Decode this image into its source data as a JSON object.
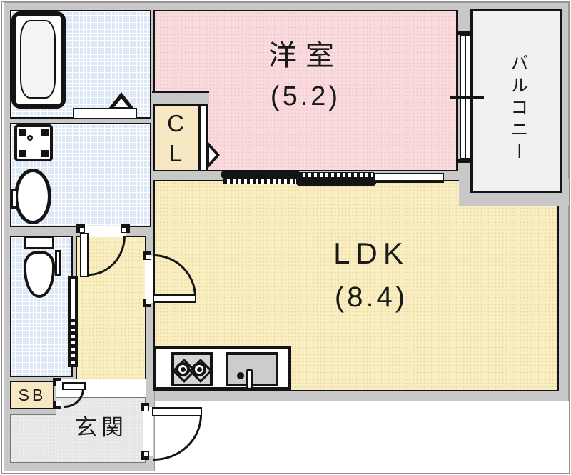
{
  "plan_title": "1LDK apartment floor plan",
  "rooms": {
    "western_room": {
      "label": "洋室",
      "area": "(5.2)"
    },
    "ldk": {
      "label": "LDK",
      "area": "(8.4)"
    },
    "balcony": {
      "label": "バルコニー"
    },
    "closet": {
      "line1": "C",
      "line2": "L"
    },
    "shoe_box": {
      "label": "SB"
    },
    "entrance": {
      "label": "玄関"
    }
  },
  "fixtures": [
    "bathtub",
    "washing-machine-pan",
    "washbasin",
    "toilet",
    "kitchen-counter",
    "gas-stove-2-burner",
    "kitchen-sink",
    "sliding-door",
    "hinged-doors",
    "folding-door",
    "balcony-window"
  ],
  "colors": {
    "wall": "#c8c8c8",
    "western_room_fill": "#f9dadd",
    "ldk_fill": "#f9eec1",
    "wet_area_fill": "#dce8f6",
    "closet_fill": "#f6e8c2",
    "entrance_floor_fill": "#e6e6e6",
    "balcony_fill": "#f1f1f1",
    "line": "#141414"
  }
}
